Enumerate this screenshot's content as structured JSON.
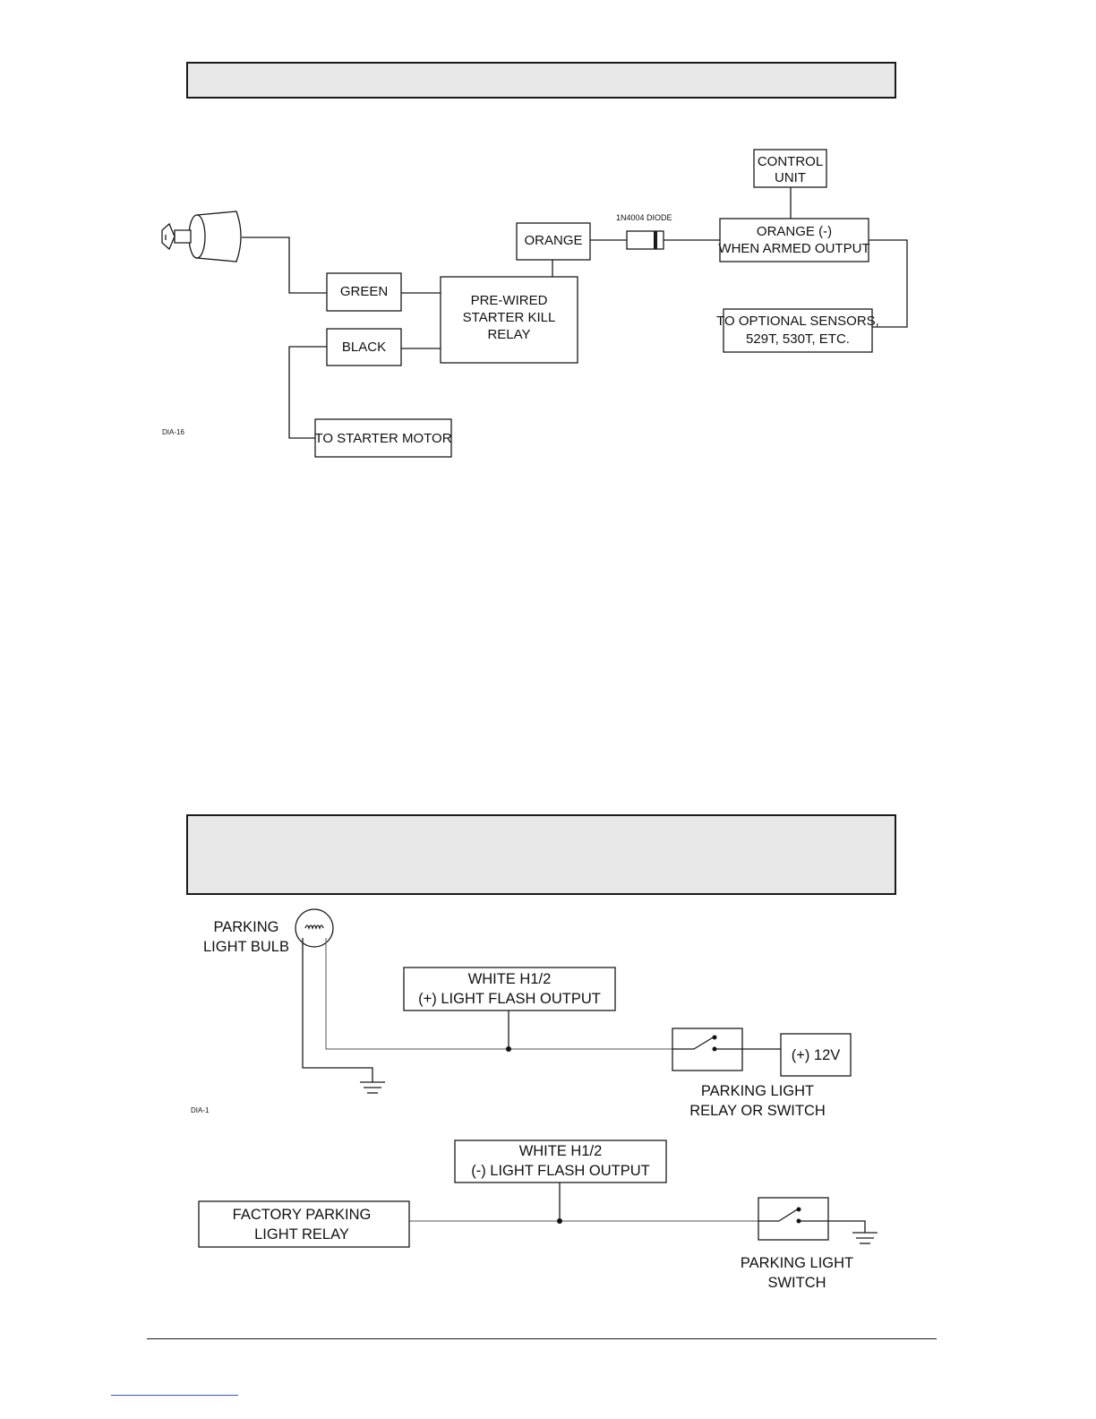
{
  "diagram_top": {
    "id_tag": "DIA-16",
    "ignition_switch": "key-ignition-icon",
    "boxes": {
      "green": "GREEN",
      "black": "BLACK",
      "relay": [
        "PRE-WIRED",
        "STARTER KILL",
        "RELAY"
      ],
      "orange": "ORANGE",
      "diode_label": "1N4004 DIODE",
      "control_unit": [
        "CONTROL",
        "UNIT"
      ],
      "armed_output": [
        "ORANGE (-)",
        "WHEN ARMED OUTPUT"
      ],
      "sensors": [
        "TO OPTIONAL SENSORS,",
        "529T, 530T, ETC."
      ],
      "starter_motor": "TO STARTER MOTOR"
    }
  },
  "diagram_bottom": {
    "id_tag": "DIA-1",
    "positive_circuit": {
      "bulb_label": [
        "PARKING",
        "LIGHT BULB"
      ],
      "output_box": [
        "WHITE H1/2",
        "(+) LIGHT FLASH OUTPUT"
      ],
      "supply_box": "(+) 12V",
      "switch_label": [
        "PARKING LIGHT",
        "RELAY OR SWITCH"
      ]
    },
    "negative_circuit": {
      "output_box": [
        "WHITE H1/2",
        "(-) LIGHT FLASH OUTPUT"
      ],
      "relay_box": [
        "FACTORY PARKING",
        "LIGHT RELAY"
      ],
      "switch_label": [
        "PARKING LIGHT",
        "SWITCH"
      ]
    }
  },
  "colors": {
    "banner_fill": "#e8e8e8",
    "line": "#1a1a1a",
    "link_underline": "#3355cc"
  }
}
